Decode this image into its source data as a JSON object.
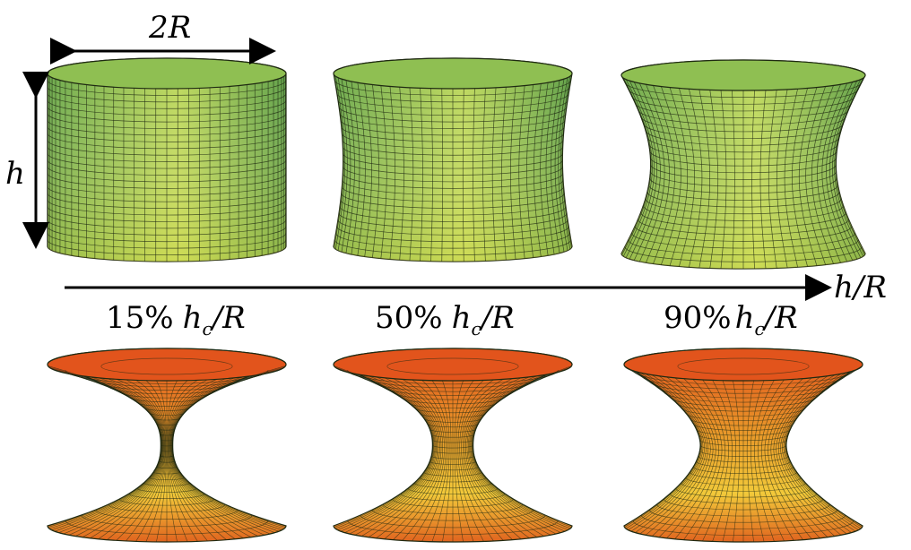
{
  "labels": {
    "width": "2R",
    "height": "h",
    "axis": "h/R"
  },
  "captions": [
    {
      "percent": "15%",
      "symbol": "h",
      "subscript": "c",
      "suffix": "/R"
    },
    {
      "percent": "50%",
      "symbol": "h",
      "subscript": "c",
      "suffix": "/R"
    },
    {
      "percent": "90%",
      "symbol": "h",
      "subscript": "c",
      "suffix": "/R"
    }
  ],
  "top_row_waist_ratio": [
    1.0,
    0.92,
    0.76
  ],
  "bottom_row_neck_ratio": [
    0.05,
    0.17,
    0.36
  ],
  "colors": {
    "top_surface_light": "#c9dc5a",
    "top_surface_dark": "#5ea348",
    "bottom_surface_light": "#f3c93a",
    "bottom_surface_dark": "#d7481a",
    "mesh_line": "#1f2a12"
  }
}
